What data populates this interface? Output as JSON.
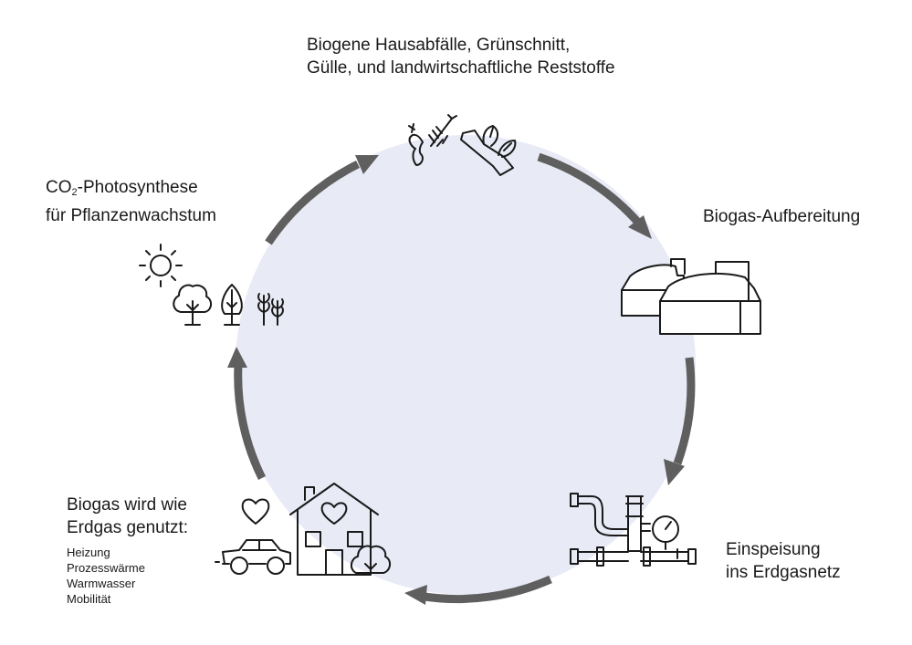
{
  "labels": {
    "input": {
      "line1": "Biogene Hausabfälle, Grünschnitt,",
      "line2": "Gülle, und landwirtschaftliche Reststoffe"
    },
    "photosynthesis": {
      "prefix": "CO",
      "subscript": "2",
      "line1_rest": "-Photosynthese",
      "line2": "für Pflanzenwachstum"
    },
    "upgrading": "Biogas-Aufbereitung",
    "feed_in": {
      "line1": "Einspeisung",
      "line2": "ins Erdgasnetz"
    },
    "usage": {
      "line1": "Biogas wird wie",
      "line2": "Erdgas genutzt:",
      "items": [
        "Heizung",
        "Prozesswärme",
        "Warmwasser",
        "Mobilität"
      ]
    }
  },
  "icons": {
    "input": [
      "apple-core-icon",
      "fish-bone-icon",
      "branch-with-leaves-icon"
    ],
    "photosynthesis": [
      "sun-icon",
      "round-tree-icon",
      "pointed-tree-icon",
      "crop-plants-icon"
    ],
    "upgrading": [
      "biogas-digester-tanks-icon"
    ],
    "feed_in": [
      "gas-pipeline-meter-icon"
    ],
    "usage": [
      "heart-icon",
      "car-icon",
      "house-icon",
      "bush-icon"
    ]
  },
  "colors": {
    "circle_fill": "#e8eaf6",
    "arrow": "#5f5f5f",
    "icon_stroke": "#1a1a1a",
    "text": "#1a1a1a"
  }
}
